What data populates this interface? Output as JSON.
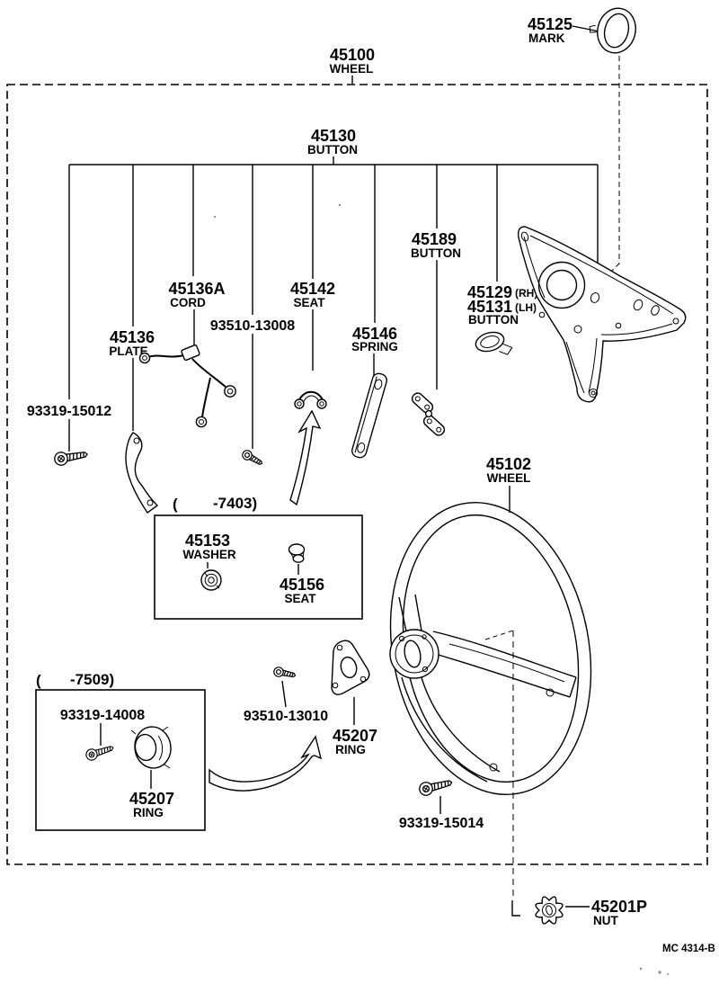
{
  "labels": {
    "wheel_assy": {
      "num": "45100",
      "name": "WHEEL"
    },
    "mark": {
      "num": "45125",
      "name": "MARK"
    },
    "button_assy": {
      "num": "45130",
      "name": "BUTTON"
    },
    "plate": {
      "num": "45136",
      "name": "PLATE"
    },
    "cord": {
      "num": "45136A",
      "name": "CORD"
    },
    "screw_15012": {
      "num": "93319-15012"
    },
    "screw_13008": {
      "num": "93510-13008"
    },
    "seat_42": {
      "num": "45142",
      "name": "SEAT"
    },
    "spring": {
      "num": "45146",
      "name": "SPRING"
    },
    "button_189": {
      "num": "45189",
      "name": "BUTTON"
    },
    "button_rh": {
      "num": "45129",
      "side": "(RH)"
    },
    "button_lh": {
      "num": "45131",
      "side": "(LH)",
      "name": "BUTTON"
    },
    "wheel": {
      "num": "45102",
      "name": "WHEEL"
    },
    "range_7403": {
      "open": "(",
      "close": "-7403)"
    },
    "washer": {
      "num": "45153",
      "name": "WASHER"
    },
    "seat_56": {
      "num": "45156",
      "name": "SEAT"
    },
    "range_7509": {
      "open": "(",
      "close": "-7509)"
    },
    "screw_14008": {
      "num": "93319-14008"
    },
    "ring_box": {
      "num": "45207",
      "name": "RING"
    },
    "screw_13010": {
      "num": "93510-13010"
    },
    "ring_main": {
      "num": "45207",
      "name": "RING"
    },
    "screw_15014": {
      "num": "93319-15014"
    },
    "nut": {
      "num": "45201P",
      "name": "NUT"
    }
  },
  "footer": {
    "code": "MC 4314-B"
  }
}
